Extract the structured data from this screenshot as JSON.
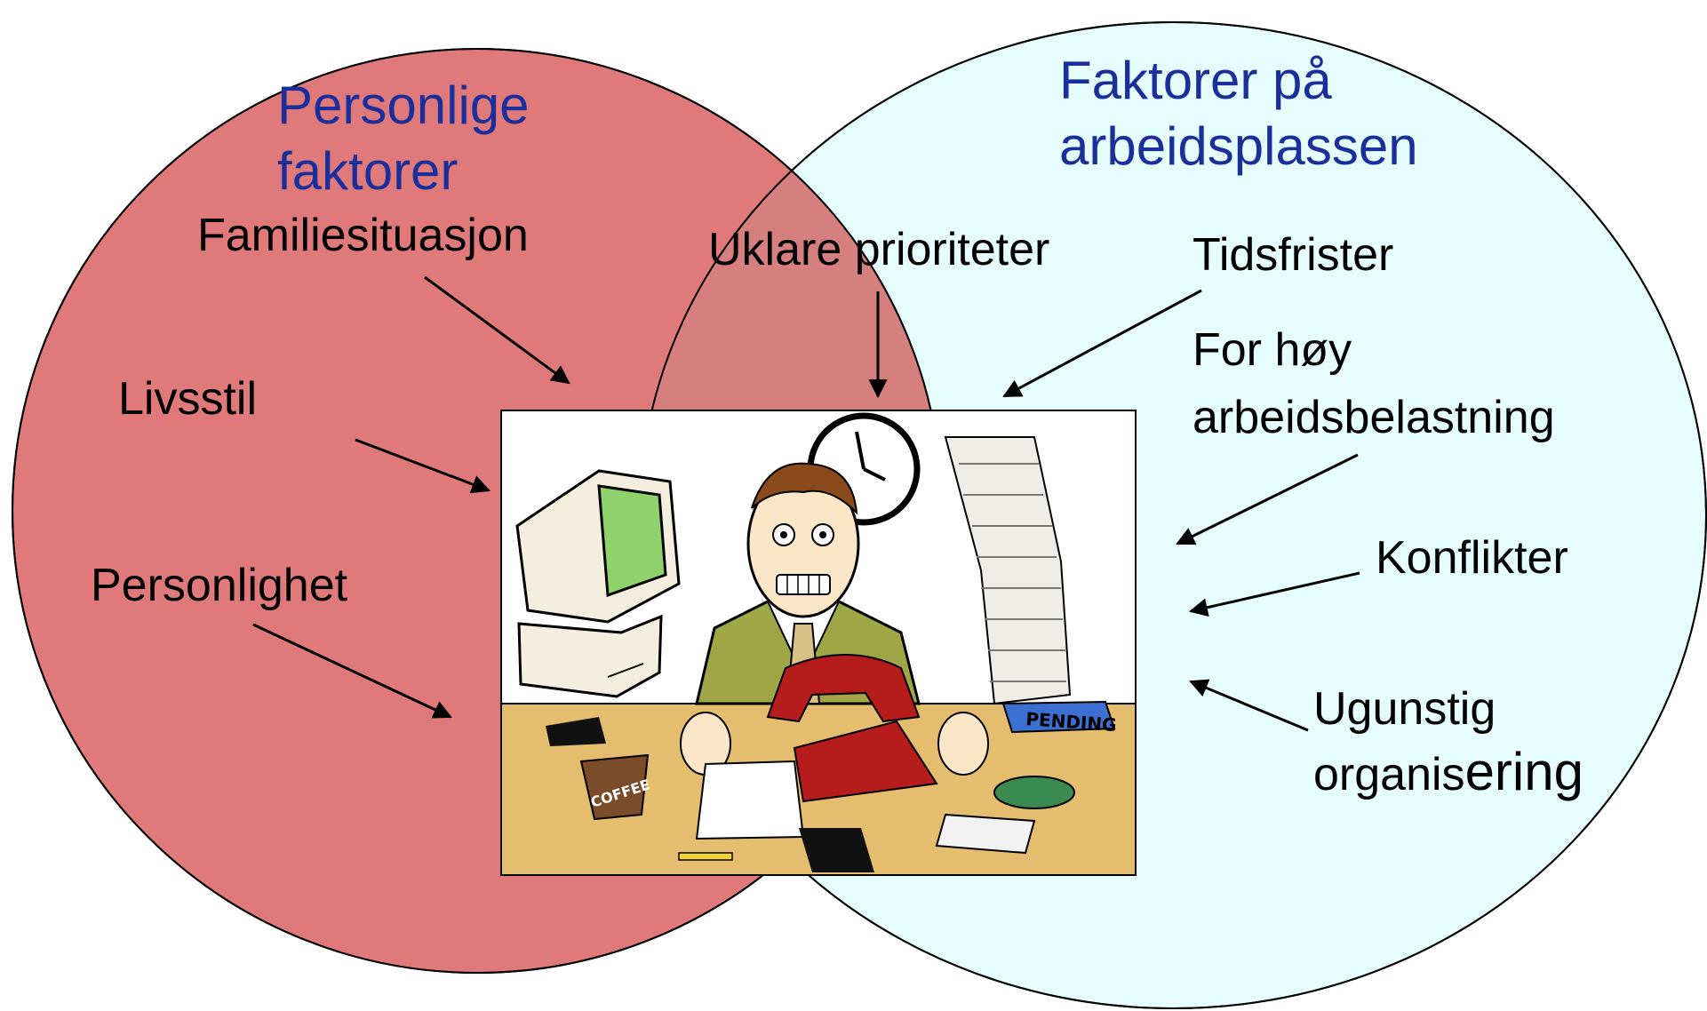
{
  "venn": {
    "left_circle": {
      "heading_line1": "Personlige",
      "heading_line2": "faktorer",
      "fill": "#e07a7a"
    },
    "right_circle": {
      "heading_line1": "Faktorer på",
      "heading_line2": "arbeidsplassen",
      "fill": "#e6fdfd"
    },
    "overlap_fill": "#d67f7f",
    "heading_color": "#1b2f9c"
  },
  "labels": {
    "familiesituasjon": "Familiesituasjon",
    "livsstil": "Livsstil",
    "personlighet": "Personlighet",
    "uklare_prioriteter": "Uklare prioriteter",
    "tidsfrister": "Tidsfrister",
    "for_hoy_line1": "For høy",
    "for_hoy_line2": "arbeidsbelastning",
    "konflikter": "Konflikter",
    "ugunstig_line1": "Ugunstig",
    "ugunstig_line2a": "organis",
    "ugunstig_line2b": "ering"
  },
  "illustration": {
    "coffee_label": "COFFEE",
    "tray_label": "PENDING"
  }
}
